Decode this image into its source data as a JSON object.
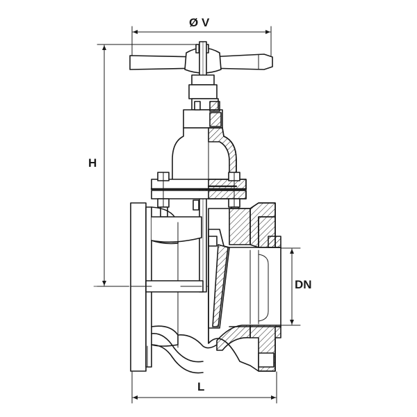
{
  "labels": {
    "handwheel_diameter": "Ø V",
    "height": "H",
    "nominal_diameter": "DN",
    "length": "L"
  },
  "colors": {
    "line": "#1a1a1a",
    "body_fill": "#ffffff",
    "hatch": "#1a1a1a"
  }
}
